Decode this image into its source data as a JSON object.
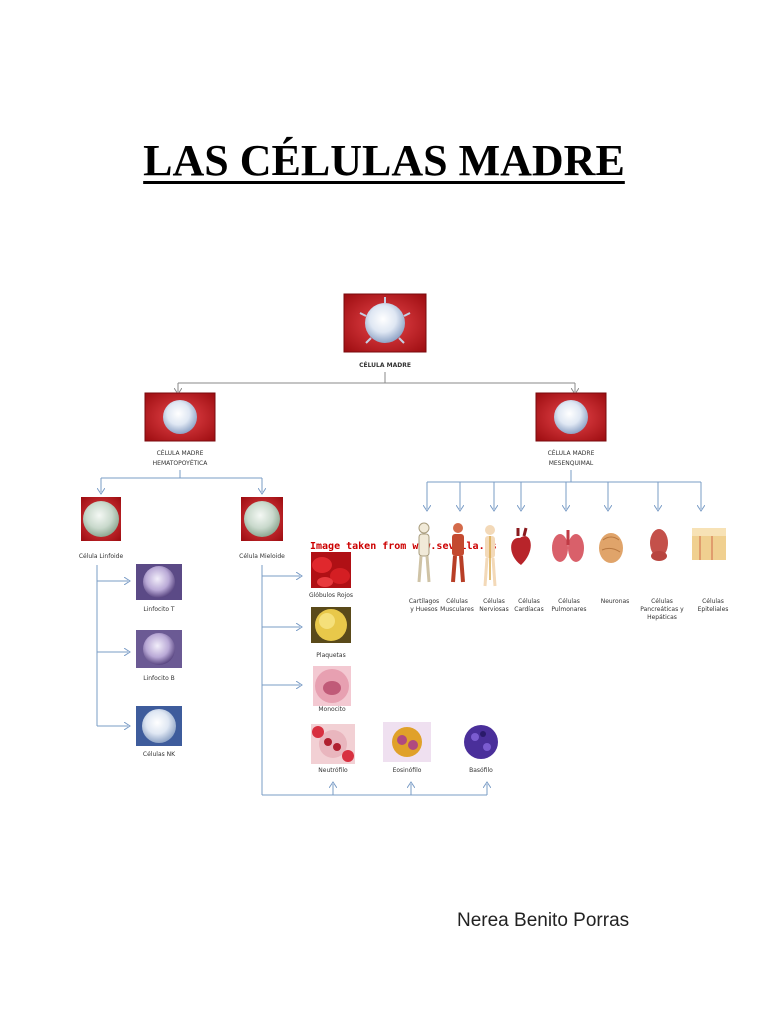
{
  "title": "LAS CÉLULAS MADRE",
  "author": "Nerea Benito Porras",
  "watermark": "Image taken from www.sevilla.es",
  "root": {
    "label": "CÉLULA MADRE"
  },
  "branches": {
    "hematopoyetica": {
      "label_line1": "CÉLULA MADRE",
      "label_line2": "HEMATOPOYÉTICA"
    },
    "mesenquimal": {
      "label_line1": "CÉLULA MADRE",
      "label_line2": "MESENQUIMAL"
    }
  },
  "linfoide": {
    "label": "Célula Linfoide",
    "children": [
      "Linfocito T",
      "Linfocito B",
      "Células NK"
    ]
  },
  "mieloide": {
    "label": "Célula Mieloide",
    "children": [
      "Glóbulos Rojos",
      "Plaquetas",
      "Monocito",
      "Neutrófilo",
      "Eosinófilo",
      "Basófilo"
    ]
  },
  "mesenquimal_children": [
    {
      "line1": "Cartílagos",
      "line2": "y Huesos"
    },
    {
      "line1": "Células",
      "line2": "Musculares"
    },
    {
      "line1": "Células",
      "line2": "Nerviosas"
    },
    {
      "line1": "Células",
      "line2": "Cardíacas"
    },
    {
      "line1": "Células",
      "line2": "Pulmonares"
    },
    {
      "line1": "Neuronas",
      "line2": ""
    },
    {
      "line1": "Células",
      "line2": "Pancreáticas y",
      "line3": "Hepáticas"
    },
    {
      "line1": "Células",
      "line2": "Epiteliales"
    }
  ],
  "colors": {
    "frame_red": "#c0171c",
    "line_blue": "#7a9cc6",
    "line_gray": "#8a8a8a"
  }
}
